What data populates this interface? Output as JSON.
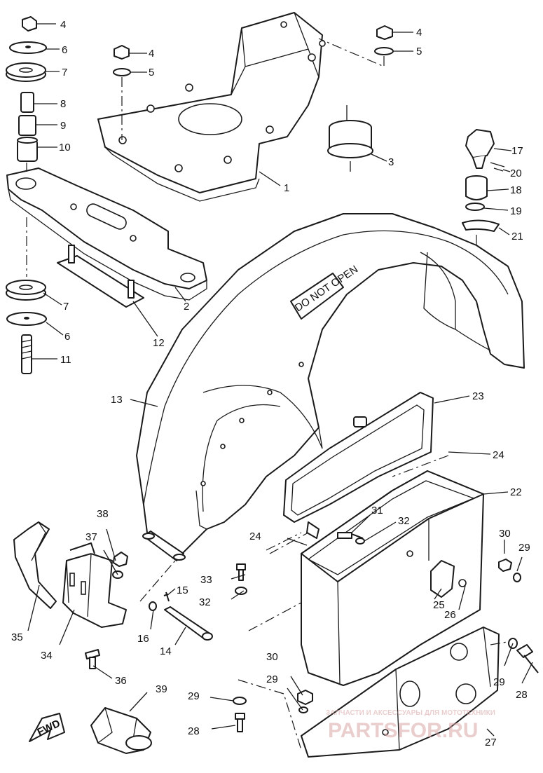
{
  "diagram": {
    "part_numbers": [
      "1",
      "2",
      "3",
      "4",
      "5",
      "6",
      "7",
      "8",
      "9",
      "10",
      "11",
      "12",
      "13",
      "14",
      "15",
      "16",
      "17",
      "18",
      "19",
      "20",
      "21",
      "22",
      "23",
      "24",
      "25",
      "26",
      "27",
      "28",
      "29",
      "30",
      "31",
      "32",
      "33",
      "34",
      "35",
      "36",
      "37",
      "38",
      "39"
    ],
    "decal_text": "DO NOT OPEN",
    "fwd_badge": "FWD",
    "watermark_small": "ЗАПЧАСТИ И АКСЕССУАРЫ ДЛЯ МОТОТЕХНИКИ",
    "watermark_large": "PARTSFOR.RU"
  }
}
